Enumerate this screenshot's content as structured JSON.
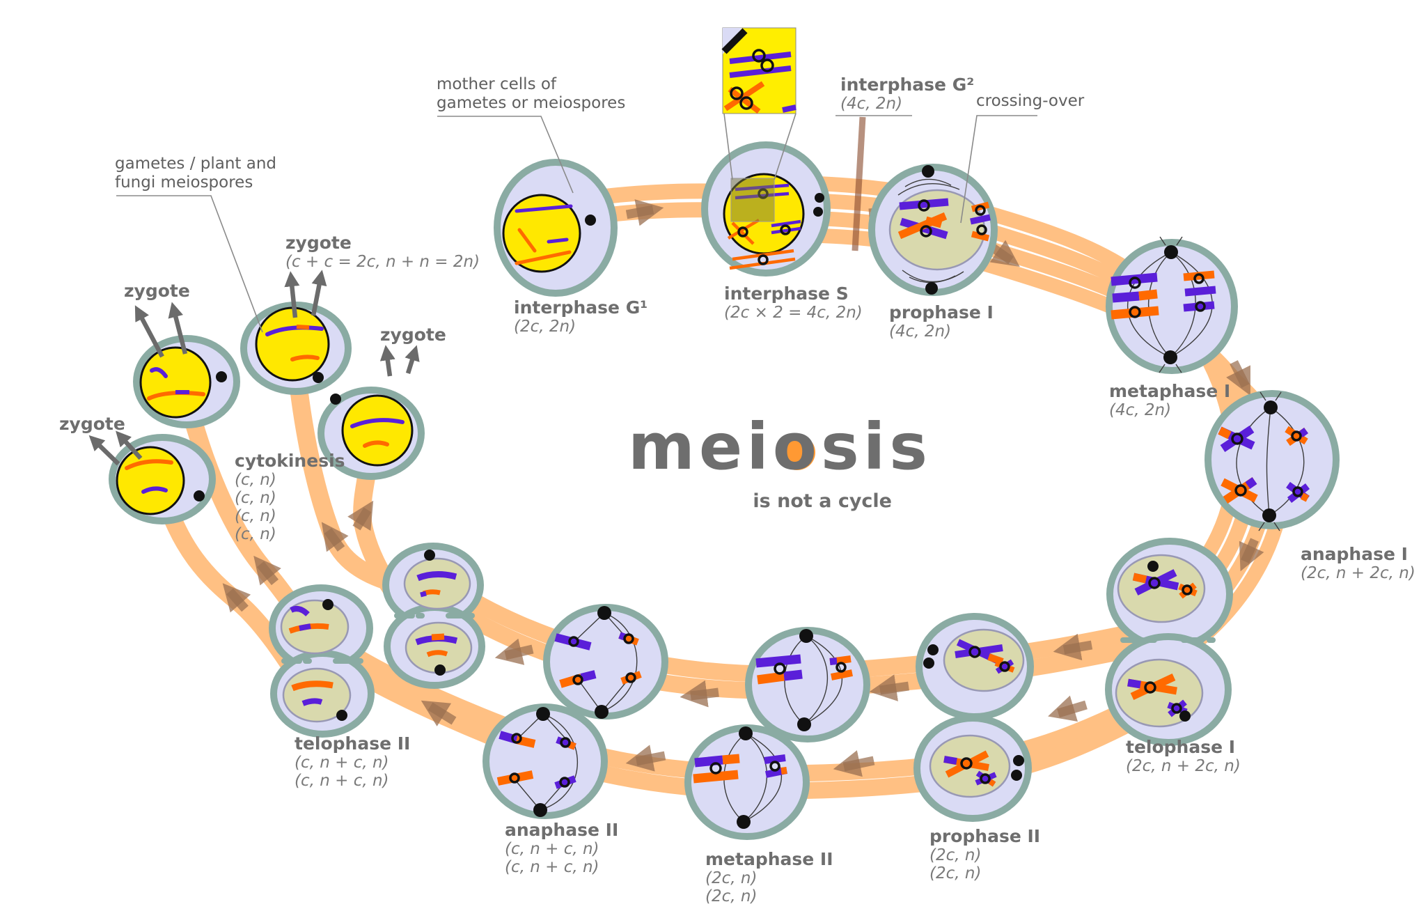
{
  "title": {
    "word_prefix": "mei",
    "accent_letter": "o",
    "word_suffix": "sis",
    "subtitle": "is not a cycle"
  },
  "annotations": {
    "mother_cells_line1": "mother cells of",
    "mother_cells_line2": "gametes or meiospores",
    "gametes_line1": "gametes / plant and",
    "gametes_line2": "fungi meiospores",
    "crossing_over": "crossing-over",
    "interphase_g2_name": "interphase G²",
    "interphase_g2_formula": "(4c, 2n)"
  },
  "stages": {
    "interphase_g1": {
      "name": "interphase G¹",
      "f1": "(2c, 2n)"
    },
    "interphase_s": {
      "name": "interphase S",
      "f1": "(2c × 2 = 4c, 2n)"
    },
    "prophase_1": {
      "name": "prophase I",
      "f1": "(4c, 2n)"
    },
    "metaphase_1": {
      "name": "metaphase I",
      "f1": "(4c, 2n)"
    },
    "anaphase_1": {
      "name": "anaphase I",
      "f1": "(2c, n + 2c, n)"
    },
    "telophase_1": {
      "name": "telophase I",
      "f1": "(2c, n + 2c, n)"
    },
    "prophase_2": {
      "name": "prophase II",
      "f1": "(2c, n)",
      "f2": "(2c, n)"
    },
    "metaphase_2": {
      "name": "metaphase II",
      "f1": "(2c, n)",
      "f2": "(2c, n)"
    },
    "anaphase_2": {
      "name": "anaphase II",
      "f1": "(c, n + c, n)",
      "f2": "(c, n + c, n)"
    },
    "telophase_2": {
      "name": "telophase II",
      "f1": "(c, n + c, n)",
      "f2": "(c, n + c, n)"
    },
    "cytokinesis": {
      "name": "cytokinesis",
      "f1": "(c, n)",
      "f2": "(c, n)",
      "f3": "(c, n)",
      "f4": "(c, n)"
    }
  },
  "zygotes": {
    "plain_label": "zygote",
    "main_label": "zygote",
    "main_formula": "(c + c = 2c, n + n = 2n)"
  },
  "colors": {
    "band": "#ffc083",
    "mem": "#8aaba3",
    "cyto": "#dadbf5",
    "yellow": "#ffe800",
    "olive": "#d9d9ad",
    "purple": "#5a1fd9",
    "orange": "#ff6a00",
    "accent": "#ff9933",
    "label": "#6e6e6e",
    "formula": "#7a7a7a",
    "ann": "#5f5f5f",
    "brown": "#9a6f50"
  }
}
